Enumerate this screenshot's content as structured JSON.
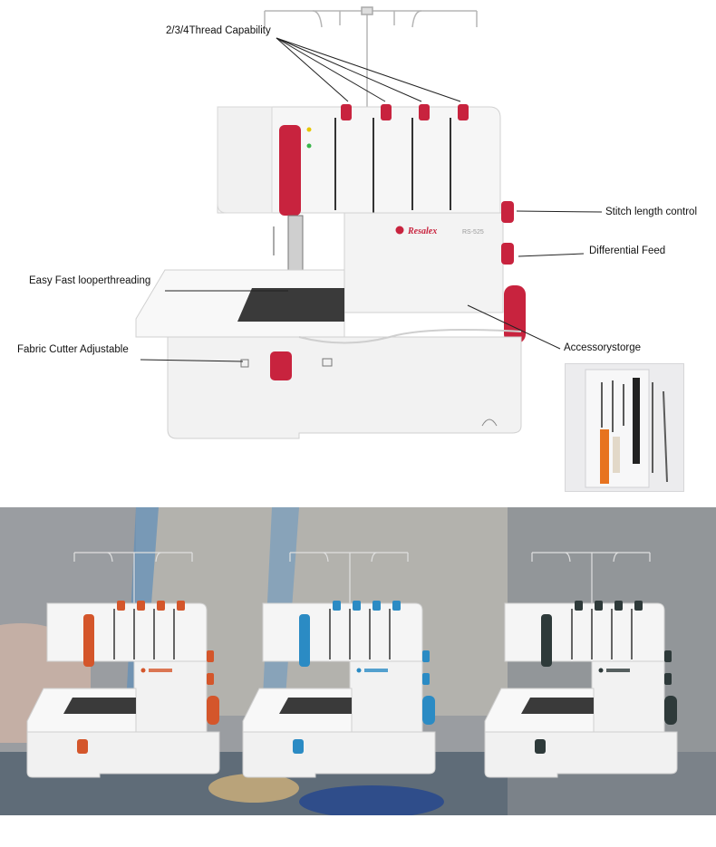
{
  "labels": {
    "thread_capability": "2/3/4Thread Capability",
    "stitch_length": "Stitch length control",
    "differential_feed": "Differential Feed",
    "easy_threading": "Easy Fast looperthreading",
    "fabric_cutter": "Fabric Cutter Adjustable",
    "accessory_storage": "Accessorystorge"
  },
  "machine": {
    "brand": "Resalex",
    "model": "RS-525"
  },
  "variants": [
    {
      "color": "#d4562b"
    },
    {
      "color": "#2b8bc4"
    },
    {
      "color": "#2e3a3a"
    }
  ],
  "colors": {
    "main_accent": "#c8233e",
    "body": "#f4f4f4",
    "outline": "#cfcfcf"
  }
}
